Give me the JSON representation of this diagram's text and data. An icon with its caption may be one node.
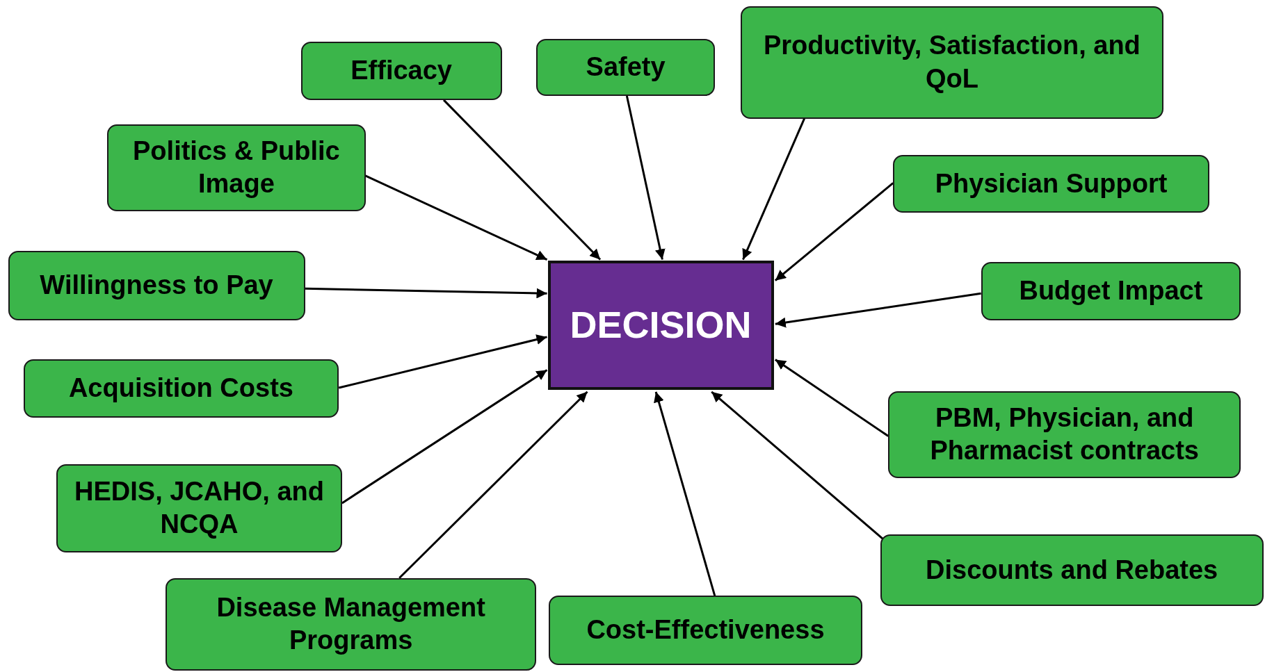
{
  "diagram": {
    "nodes": [
      {
        "text": [
          "Efficacy"
        ]
      },
      {
        "text": [
          "Safety"
        ]
      },
      {
        "text": [
          "Productivity, Satisfaction, and QoL"
        ]
      },
      {
        "text": [
          "Politics & Public Image"
        ]
      },
      {
        "text": [
          "Physician Support"
        ]
      },
      {
        "text": [
          "Willingness to Pay"
        ]
      },
      {
        "text": [
          "Budget Impact"
        ]
      },
      {
        "text": [
          "DECISION"
        ]
      },
      {
        "text": [
          "Acquisition Costs"
        ]
      },
      {
        "text": [
          "PBM, Physician, and Pharmacist contracts"
        ]
      },
      {
        "text": [
          "HEDIS, JCAHO, and NCQA"
        ]
      },
      {
        "text": [
          "Discounts and Rebates"
        ]
      },
      {
        "text": [
          "Disease Management Programs"
        ]
      },
      {
        "text": [
          "Cost-Effectiveness"
        ]
      }
    ],
    "edges": [
      {
        "from": 0,
        "to": 7,
        "arrow": "to"
      },
      {
        "from": 1,
        "to": 7,
        "arrow": "to"
      },
      {
        "from": 2,
        "to": 7,
        "arrow": "to"
      },
      {
        "from": 3,
        "to": 7,
        "arrow": "to"
      },
      {
        "from": 4,
        "to": 7,
        "arrow": "to"
      },
      {
        "from": 5,
        "to": 7,
        "arrow": "to"
      },
      {
        "from": 6,
        "to": 7,
        "arrow": "to"
      },
      {
        "from": 8,
        "to": 7,
        "arrow": "to"
      },
      {
        "from": 9,
        "to": 7,
        "arrow": "to"
      },
      {
        "from": 10,
        "to": 7,
        "arrow": "to"
      },
      {
        "from": 11,
        "to": 7,
        "arrow": "to"
      },
      {
        "from": 12,
        "to": 7,
        "arrow": "to"
      },
      {
        "from": 13,
        "to": 7,
        "arrow": "to"
      }
    ]
  }
}
